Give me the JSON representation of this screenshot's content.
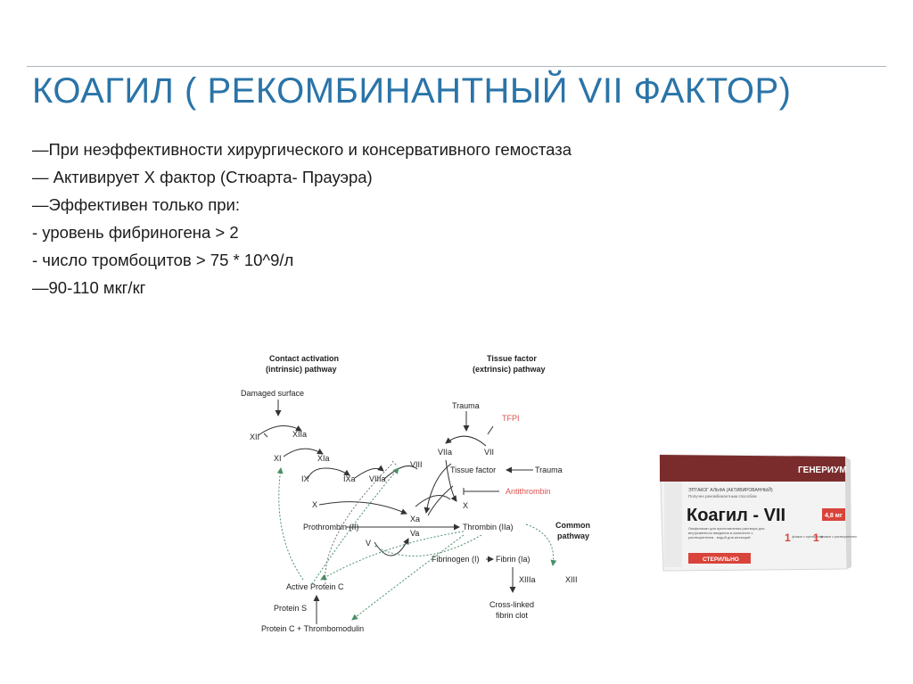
{
  "slide": {
    "title": "КОАГИЛ ( РЕКОМБИНАНТНЫЙ VII ФАКТОР)",
    "bullets": [
      "—При неэффективности хирургического и консервативного гемостаза",
      "— Активирует Х фактор (Стюарта- Прауэра)",
      "—Эффективен только при:",
      "- уровень фибриногена > 2",
      "- число тромбоцитов > 75 * 10^9/л",
      "—90-110 мкг/кг"
    ]
  },
  "diagram": {
    "headers": {
      "intrinsic_1": "Contact activation",
      "intrinsic_2": "(intrinsic) pathway",
      "extrinsic_1": "Tissue factor",
      "extrinsic_2": "(extrinsic) pathway",
      "common_1": "Common",
      "common_2": "pathway"
    },
    "labels": {
      "damaged_surface": "Damaged surface",
      "xii": "XII",
      "xiia": "XIIa",
      "xi": "XI",
      "xia": "XIa",
      "ix": "IX",
      "ixa": "IXa",
      "viiia": "VIIIa",
      "viii": "VIII",
      "x_left": "X",
      "xa": "Xa",
      "va": "Va",
      "v": "V",
      "prothrombin": "Prothrombin (II)",
      "thrombin": "Thrombin (IIa)",
      "trauma_top": "Trauma",
      "tfpi": "TFPI",
      "viia": "VIIa",
      "vii": "VII",
      "tissue_factor": "Tissue factor",
      "trauma_right": "Trauma",
      "antithrombin": "Antithrombin",
      "x_right": "X",
      "fibrinogen": "Fibrinogen (I)",
      "fibrin": "Fibrin (Ia)",
      "xiiia": "XIIIa",
      "xiii": "XIII",
      "crosslinked_1": "Cross-linked",
      "crosslinked_2": "fibrin clot",
      "active_protein_c": "Active Protein C",
      "protein_s": "Protein S",
      "protein_c_tm": "Protein C + Thrombomodulin"
    }
  },
  "product_box": {
    "brand": "ГЕНЕРИУМ",
    "small_top": "ЭПТАКОГ АЛЬФА (АКТИВИРОВАННЫЙ)",
    "small_sub": "Получен рекомбинантным способом",
    "name": "Коагил - VII",
    "dose": "4,8 мг",
    "desc": "Лиофилизат для приготовления раствора для внутривенного введения в комплекте с растворителем - водой для инъекций",
    "sterile": "СТЕРИЛЬНО",
    "count_1": "1",
    "count_1_label": "флакон с препаратом",
    "count_2": "1",
    "count_2_label": "флакон с растворителем",
    "colors": {
      "maroon": "#7a2c2c",
      "red": "#d9443a",
      "box": "#f2f2f2"
    }
  }
}
